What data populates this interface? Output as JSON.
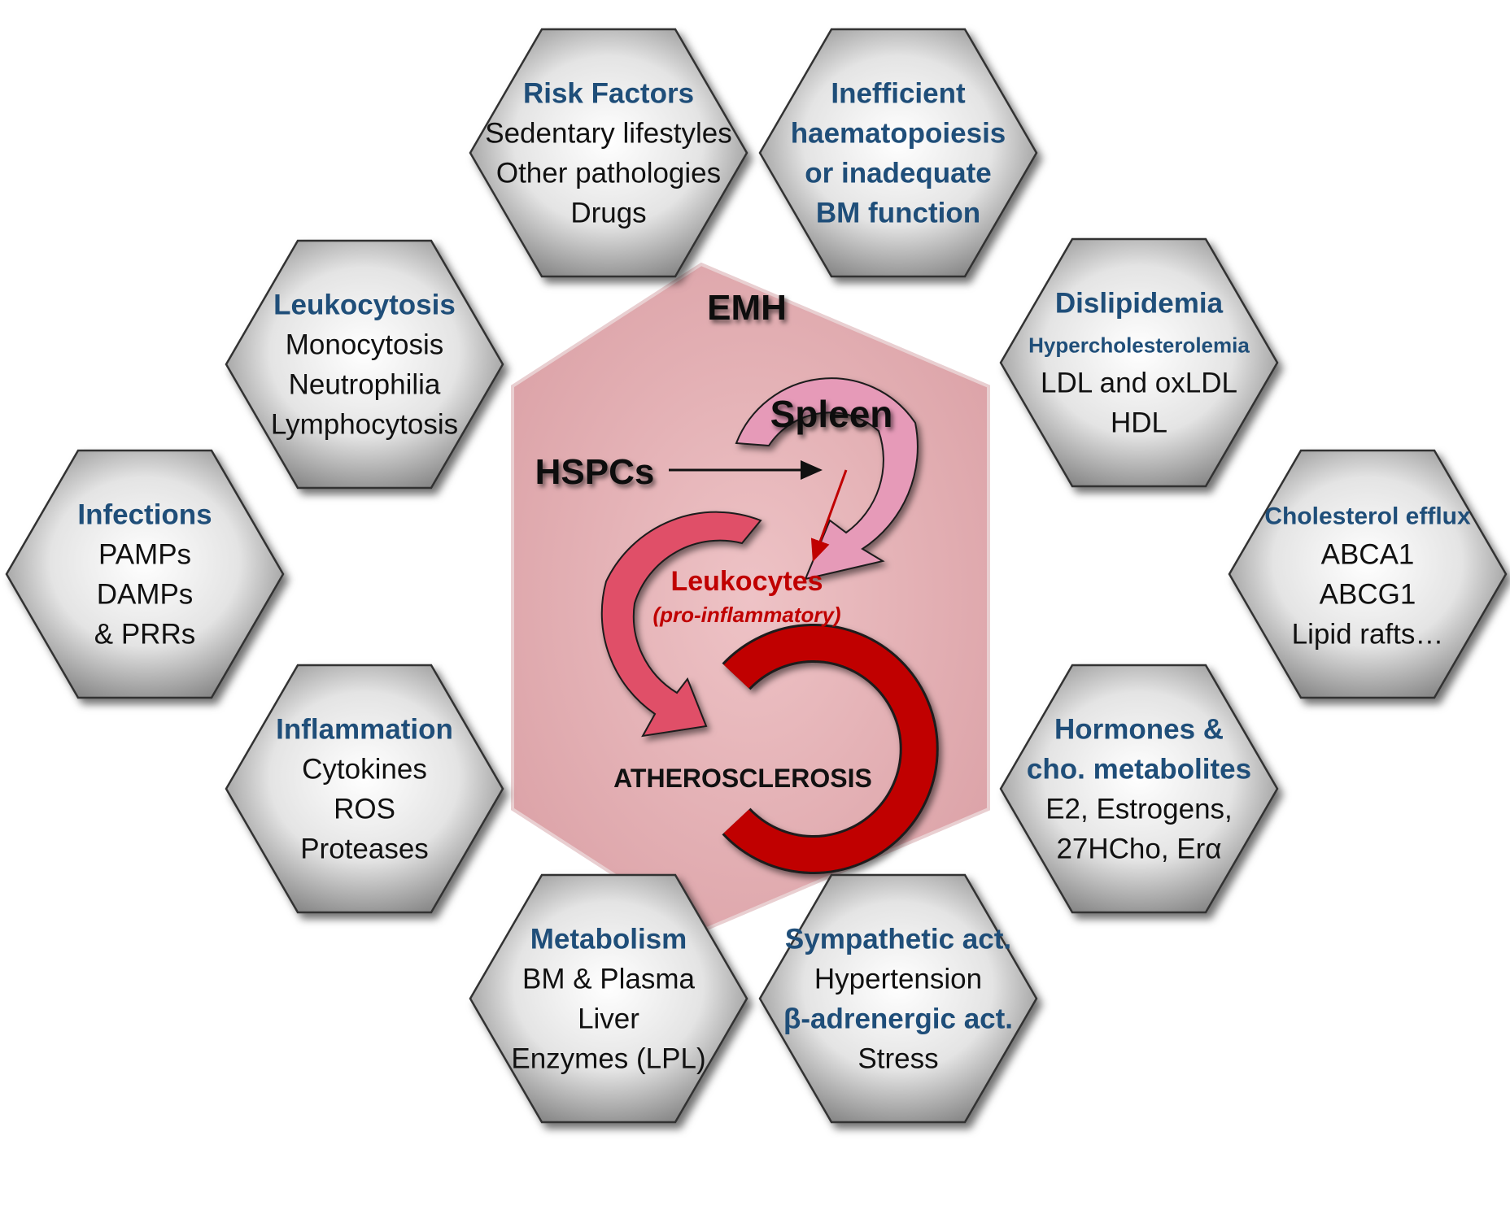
{
  "center": {
    "emh": "EMH",
    "spleen": "Spleen",
    "hspcs": "HSPCs",
    "leukocytes": "Leukocytes",
    "leukocytes_sub": "(pro-inflammatory)",
    "atherosclerosis": "ATHEROSCLEROSIS"
  },
  "hexagons": [
    {
      "id": "risk-factors",
      "lines": [
        {
          "text": "Risk Factors",
          "style": "title"
        },
        {
          "text": "Sedentary lifestyles",
          "style": "body"
        },
        {
          "text": "Other pathologies",
          "style": "body"
        },
        {
          "text": "Drugs",
          "style": "body"
        }
      ]
    },
    {
      "id": "inefficient-haematopoiesis",
      "lines": [
        {
          "text": "Inefficient",
          "style": "title"
        },
        {
          "text": "haematopoiesis",
          "style": "title"
        },
        {
          "text": "or inadequate",
          "style": "title"
        },
        {
          "text": "BM function",
          "style": "title"
        }
      ]
    },
    {
      "id": "leukocytosis",
      "lines": [
        {
          "text": "Leukocytosis",
          "style": "title"
        },
        {
          "text": "Monocytosis",
          "style": "body"
        },
        {
          "text": "Neutrophilia",
          "style": "body"
        },
        {
          "text": "Lymphocytosis",
          "style": "body"
        }
      ]
    },
    {
      "id": "dislipidemia",
      "lines": [
        {
          "text": "Dislipidemia",
          "style": "title"
        },
        {
          "text": "Hypercholesterolemia",
          "style": "subtitle"
        },
        {
          "text": "LDL and oxLDL",
          "style": "body"
        },
        {
          "text": "HDL",
          "style": "body"
        }
      ]
    },
    {
      "id": "infections",
      "lines": [
        {
          "text": "Infections",
          "style": "title"
        },
        {
          "text": "PAMPs",
          "style": "body"
        },
        {
          "text": "DAMPs",
          "style": "body"
        },
        {
          "text": "& PRRs",
          "style": "body"
        }
      ]
    },
    {
      "id": "cholesterol-efflux",
      "lines": [
        {
          "text": "Cholesterol efflux",
          "style": "title"
        },
        {
          "text": "ABCA1",
          "style": "body"
        },
        {
          "text": "ABCG1",
          "style": "body"
        },
        {
          "text": "Lipid rafts…",
          "style": "body"
        }
      ]
    },
    {
      "id": "inflammation",
      "lines": [
        {
          "text": "Inflammation",
          "style": "title"
        },
        {
          "text": "Cytokines",
          "style": "body"
        },
        {
          "text": "ROS",
          "style": "body"
        },
        {
          "text": "Proteases",
          "style": "body"
        }
      ]
    },
    {
      "id": "hormones",
      "lines": [
        {
          "text": "Hormones &",
          "style": "title"
        },
        {
          "text": "cho. metabolites",
          "style": "title"
        },
        {
          "text": "E2, Estrogens,",
          "style": "body"
        },
        {
          "text": "27HCho, Erα",
          "style": "body"
        }
      ]
    },
    {
      "id": "metabolism",
      "lines": [
        {
          "text": "Metabolism",
          "style": "title"
        },
        {
          "text": "BM & Plasma",
          "style": "body"
        },
        {
          "text": "Liver",
          "style": "body"
        },
        {
          "text": "Enzymes (LPL)",
          "style": "body"
        }
      ]
    },
    {
      "id": "sympathetic",
      "lines": [
        {
          "text": "Sympathetic act.",
          "style": "title"
        },
        {
          "text": "Hypertension",
          "style": "body"
        },
        {
          "text": "β-adrenergic act.",
          "style": "title"
        },
        {
          "text": "Stress",
          "style": "body"
        }
      ]
    }
  ],
  "colors": {
    "title_blue": "#1f4e79",
    "hex_gray": "#8a8a8a",
    "center_pink": "#e8b4b8",
    "arrow_pink": "#e69ab8",
    "arrow_red": "#e05068",
    "arc_red": "#c00000"
  }
}
